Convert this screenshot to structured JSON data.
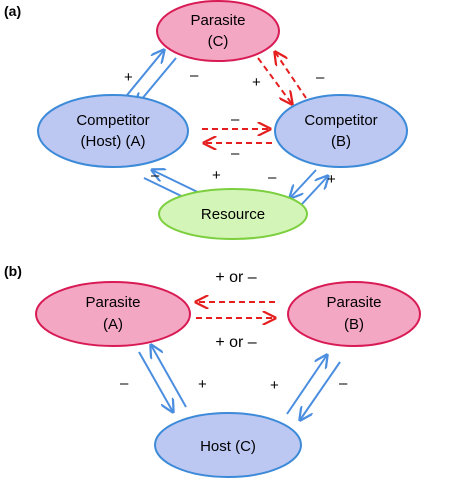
{
  "panel_a": {
    "label": "(a)",
    "nodes": {
      "parasite_c": {
        "line1": "Parasite",
        "line2": "(C)"
      },
      "competitor_a": {
        "line1": "Competitor",
        "line2": "(Host) (A)"
      },
      "competitor_b": {
        "line1": "Competitor",
        "line2": "(B)"
      },
      "resource": {
        "line1": "Resource"
      }
    },
    "signs": {
      "parasite_to_host_plus": "+",
      "parasite_to_host_minus": "–",
      "parasite_b_plus": "+",
      "parasite_b_minus": "–",
      "competition_top": "–",
      "competition_bottom": "–",
      "host_resource_minus": "–",
      "host_resource_plus": "+",
      "b_resource_minus": "–",
      "b_resource_plus": "+"
    }
  },
  "panel_b": {
    "label": "(b)",
    "nodes": {
      "parasite_a": {
        "line1": "Parasite",
        "line2": "(A)"
      },
      "parasite_b": {
        "line1": "Parasite",
        "line2": "(B)"
      },
      "host_c": {
        "line1": "Host (C)"
      }
    },
    "signs": {
      "interaction_top": "+ or –",
      "interaction_bottom": "+ or –",
      "left_minus": "–",
      "left_plus": "+",
      "right_plus": "+",
      "right_minus": "–"
    }
  },
  "colors": {
    "parasite_fill": "#f4a7c3",
    "parasite_stroke": "#d81b55",
    "competitor_fill": "#bcc7f2",
    "competitor_stroke": "#3c8ad8",
    "resource_fill": "#d4f5b8",
    "resource_stroke": "#7ccf3e",
    "blue_arrow": "#4b8ee0",
    "red_arrow": "#e51f1f"
  }
}
